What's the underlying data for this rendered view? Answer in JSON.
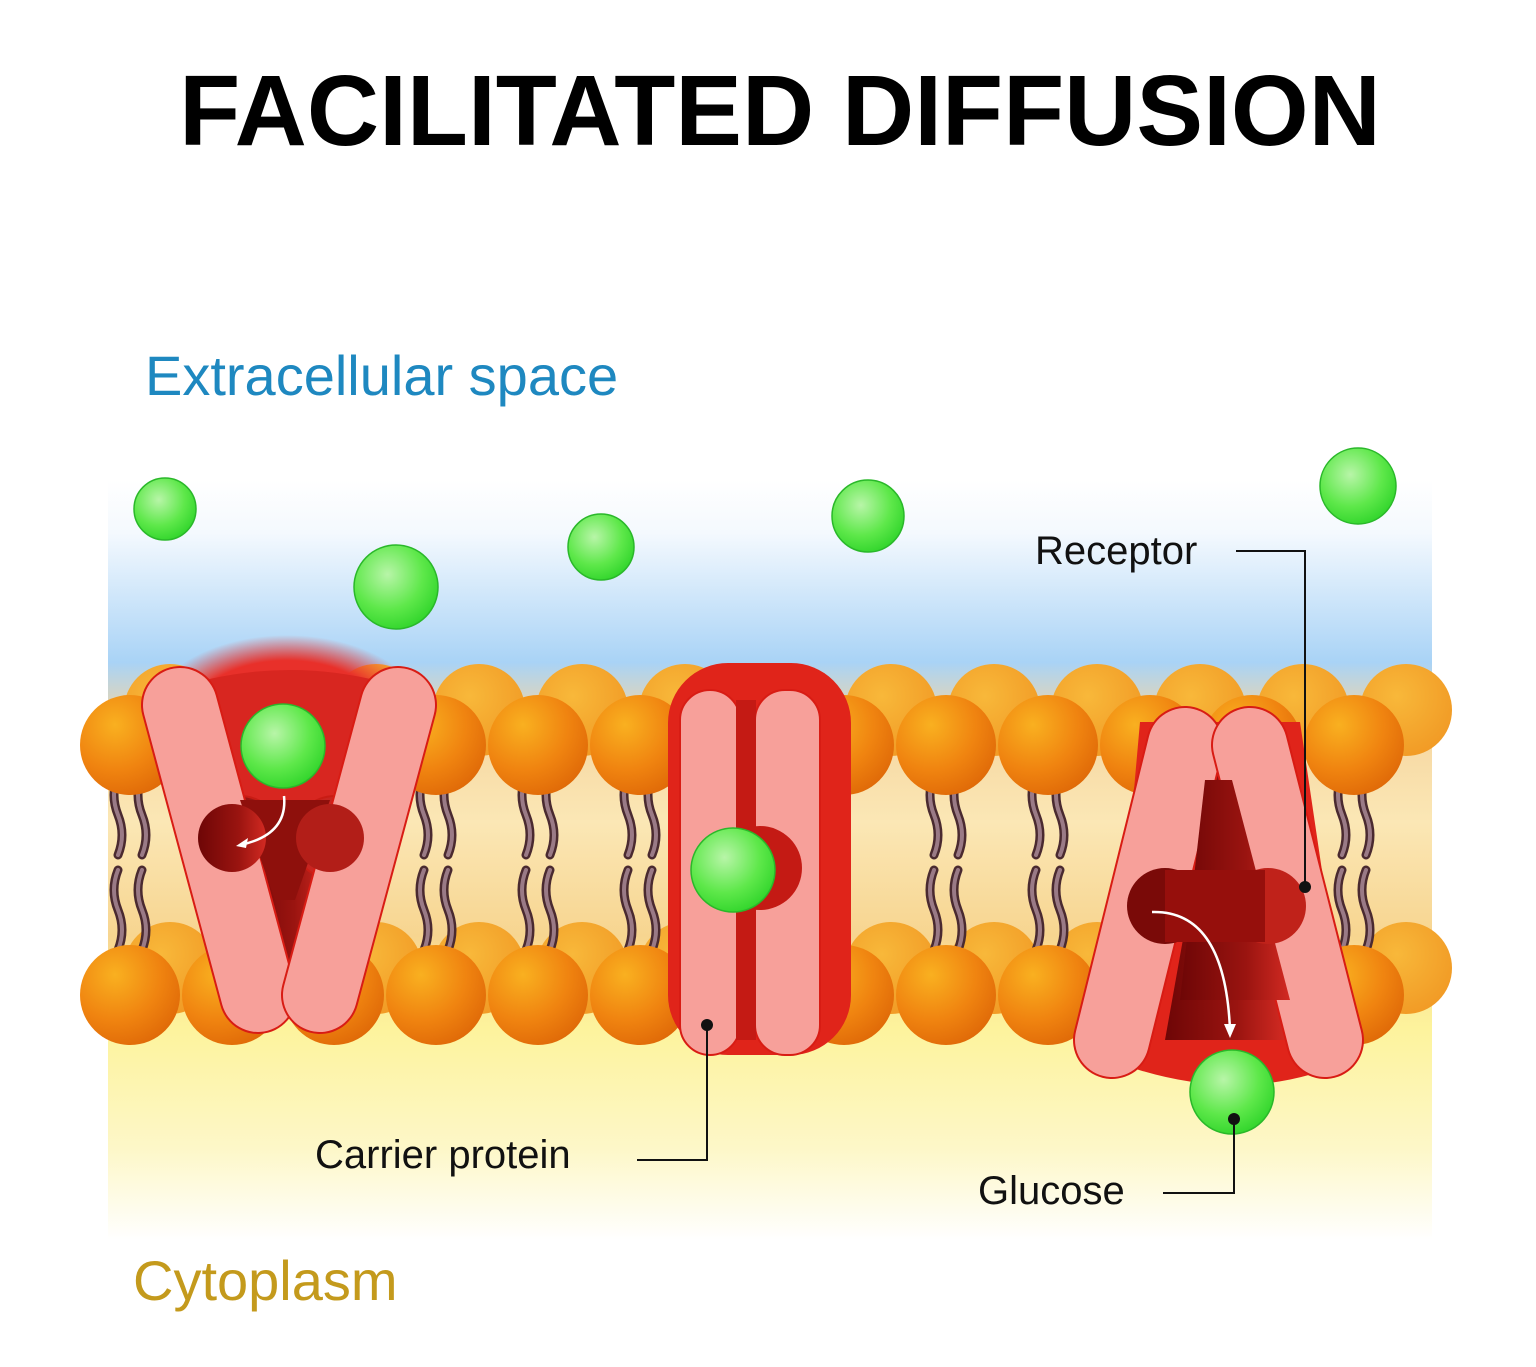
{
  "title": "FACILITATED DIFFUSION",
  "regions": {
    "extracellular": "Extracellular space",
    "cytoplasm": "Cytoplasm"
  },
  "labels": {
    "receptor": "Receptor",
    "carrier_protein": "Carrier protein",
    "glucose": "Glucose"
  },
  "colors": {
    "title": "#000000",
    "extracellular": "#1e88c0",
    "cytoplasm": "#c49a1c",
    "glucose": "#44e03a",
    "protein": "#e0241a",
    "protein_helix": "#f7a09a",
    "lipid_head": "#f08a10"
  }
}
